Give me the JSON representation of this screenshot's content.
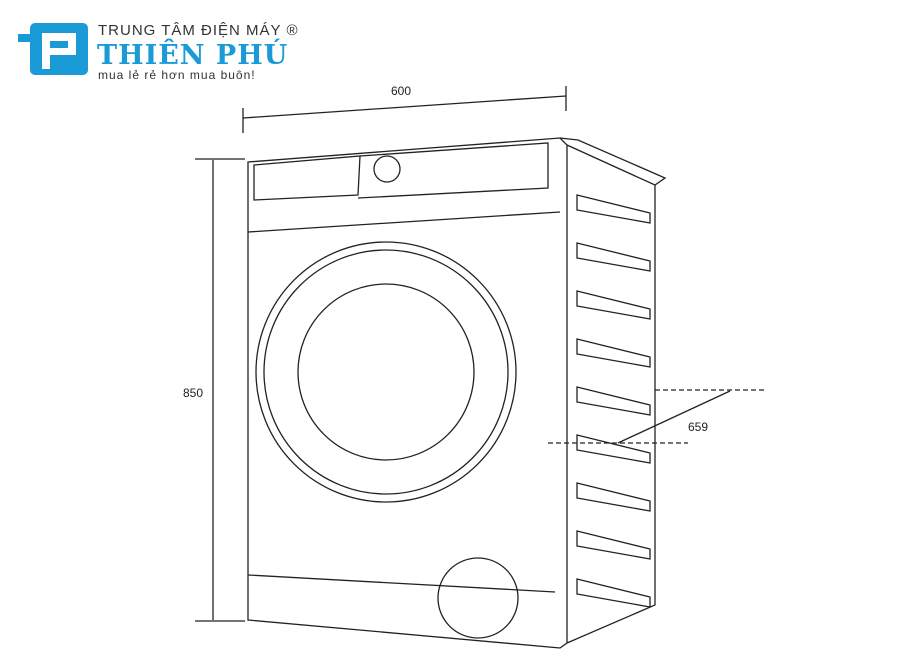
{
  "logo": {
    "line1": "TRUNG TÂM ĐIỆN MÁY ®",
    "line2": "THIÊN PHÚ",
    "line3": "mua lẻ rẻ hơn mua buôn!",
    "color": "#1a9ad6"
  },
  "dimensions": {
    "width": "600",
    "height": "850",
    "depth": "659"
  }
}
